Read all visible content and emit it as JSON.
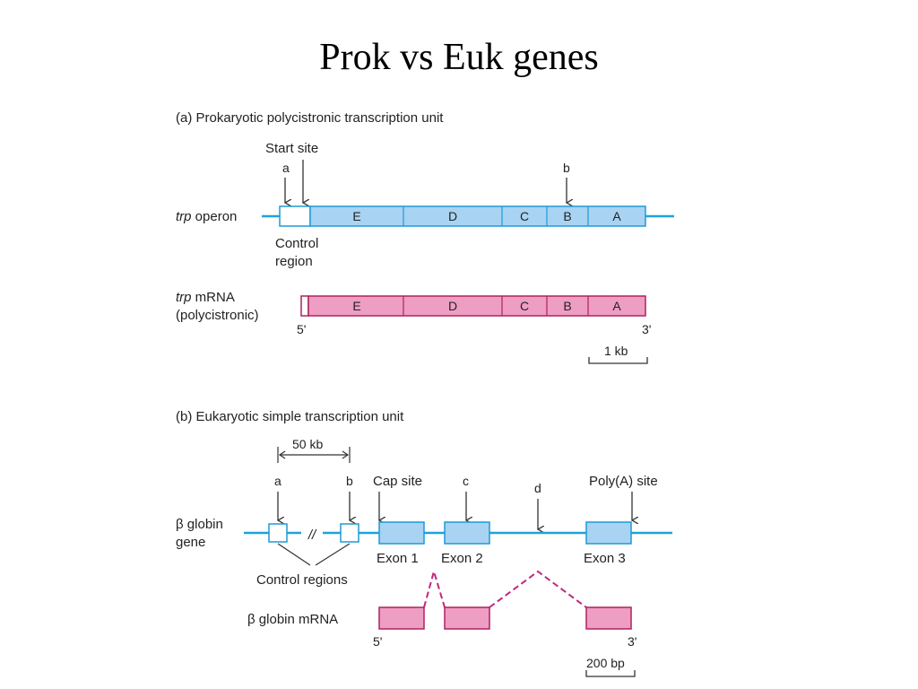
{
  "slide": {
    "title": "Prok vs Euk genes"
  },
  "colors": {
    "gene_fill": "#A9D3F2",
    "gene_stroke": "#1E9AD6",
    "mrna_fill": "#EE9EC3",
    "mrna_stroke": "#B0205F",
    "dna_line": "#1EA2DC",
    "splice_line": "#C0297A"
  },
  "panel_a": {
    "heading": "(a)  Prokaryotic polycistronic transcription unit",
    "start_site_label": "Start site",
    "arrow_a_label": "a",
    "arrow_b_label": "b",
    "gene_label_italic": "trp",
    "gene_label_rest": " operon",
    "control_region_line1": "Control",
    "control_region_line2": "region",
    "gene_segments": [
      "E",
      "D",
      "C",
      "B",
      "A"
    ],
    "mrna_label_italic": "trp",
    "mrna_label_rest": " mRNA",
    "mrna_label_line2": "(polycistronic)",
    "mrna_segments": [
      "E",
      "D",
      "C",
      "B",
      "A"
    ],
    "five_prime": "5'",
    "three_prime": "3'",
    "scale_label": "1 kb"
  },
  "panel_b": {
    "heading": "(b)  Eukaryotic simple transcription unit",
    "distance_label": "50 kb",
    "arrow_a_label": "a",
    "arrow_b_label": "b",
    "cap_site_label": "Cap site",
    "arrow_c_label": "c",
    "arrow_d_label": "d",
    "polya_label": "Poly(A) site",
    "gene_label_line1": "β globin",
    "gene_label_line2": "gene",
    "break_mark": "//",
    "exon1_label": "Exon 1",
    "exon2_label": "Exon 2",
    "exon3_label": "Exon 3",
    "control_regions_label": "Control regions",
    "mrna_label": "β globin mRNA",
    "five_prime": "5'",
    "three_prime": "3'",
    "scale_label": "200 bp"
  }
}
